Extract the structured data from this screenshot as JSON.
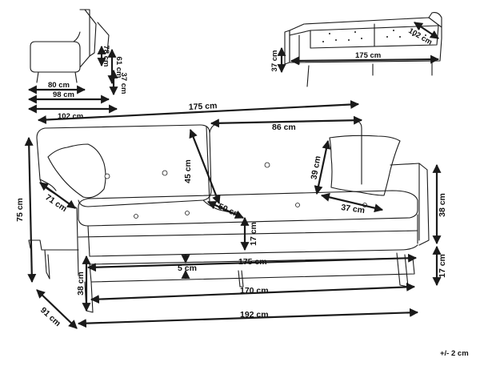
{
  "side_view": {
    "d_seat_height": "37 cm",
    "d_back_height": "61 cm",
    "d_total_height": "78 cm",
    "d_depth_seat": "80 cm",
    "d_depth_mid": "98 cm",
    "d_depth_full": "102 cm"
  },
  "bed_view": {
    "d_depth": "102 cm",
    "d_length": "175 cm",
    "d_height": "37 cm"
  },
  "main_view": {
    "d_top_width": "175 cm",
    "d_back_cushion": "86 cm",
    "d_back_height": "45 cm",
    "d_pillow_height": "39 cm",
    "d_pillow_width": "37 cm",
    "d_armrest": "71 cm",
    "d_total_height": "75 cm",
    "d_seat_depth": "50 cm",
    "d_seat_thickness": "17 cm",
    "d_leg_gap": "5 cm",
    "d_seat_width": "175 cm",
    "d_right_arm_height": "38 cm",
    "d_right_leg_height": "17 cm",
    "d_front_seat_height": "38 cm",
    "d_inner_width": "170 cm",
    "d_total_width": "192 cm",
    "d_total_depth": "91 cm"
  },
  "tolerance": "+/- 2 cm"
}
